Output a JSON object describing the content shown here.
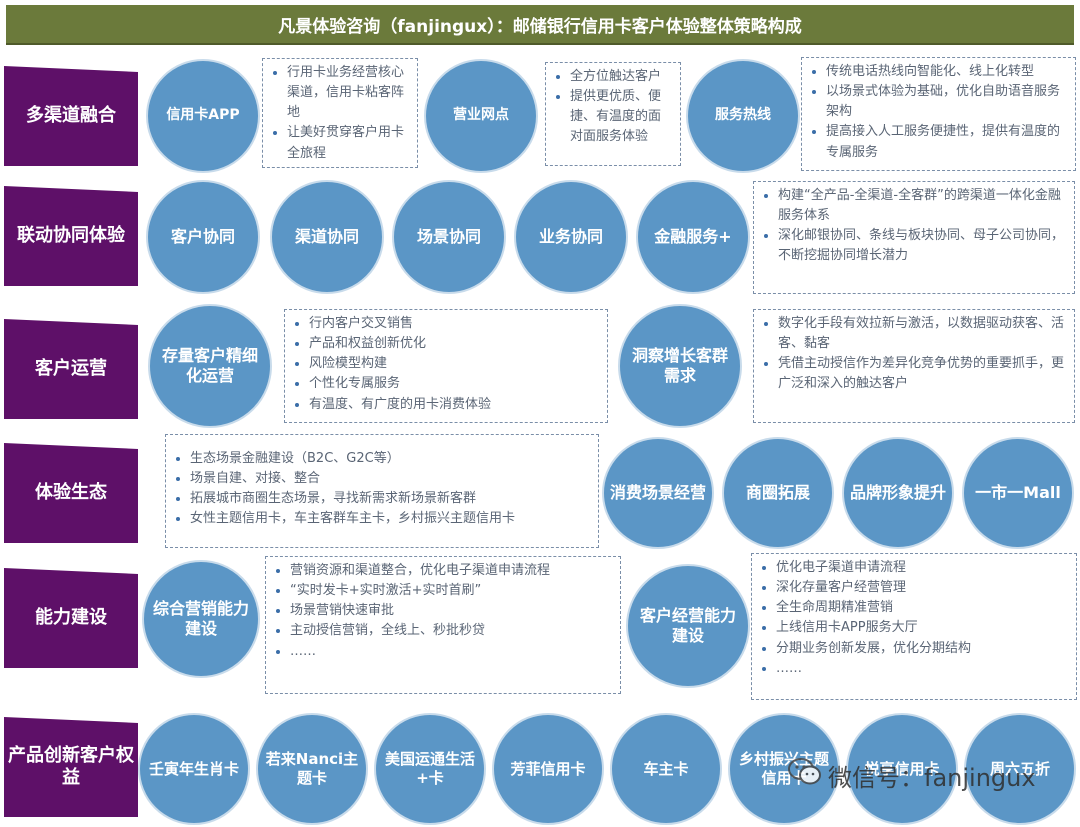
{
  "title": "凡景体验咨询（fanjingux）：邮储银行信用卡客户体验整体策略构成",
  "rows": {
    "r1": {
      "label": "多渠道融合",
      "c1": "信用卡APP",
      "n1": [
        "行用卡业务经营核心渠道，信用卡粘客阵地",
        "让美好贯穿客户用卡全旅程"
      ],
      "c2": "营业网点",
      "n2": [
        "全方位触达客户",
        "提供更优质、便捷、有温度的面对面服务体验"
      ],
      "c3": "服务热线",
      "n3": [
        "传统电话热线向智能化、线上化转型",
        "以场景式体验为基础，优化自助语音服务架构",
        "提高接入人工服务便捷性，提供有温度的专属服务"
      ]
    },
    "r2": {
      "label": "联动协同体验",
      "circles": [
        "客户协同",
        "渠道协同",
        "场景协同",
        "业务协同",
        "金融服务+"
      ],
      "note": [
        "构建“全产品-全渠道-全客群”的跨渠道一体化金融服务体系",
        "深化邮银协同、条线与板块协同、母子公司协同，不断挖掘协同增长潜力"
      ]
    },
    "r3": {
      "label": "客户运营",
      "c1": "存量客户精细化运营",
      "n1": [
        "行内客户交叉销售",
        "产品和权益创新优化",
        "风险模型构建",
        "个性化专属服务",
        "有温度、有广度的用卡消费体验"
      ],
      "c2": "洞察增长客群需求",
      "n2": [
        "数字化手段有效拉新与激活，以数据驱动获客、活客、黏客",
        "凭借主动授信作为差异化竞争优势的重要抓手，更广泛和深入的触达客户"
      ]
    },
    "r4": {
      "label": "体验生态",
      "note": [
        "生态场景金融建设（B2C、G2C等）",
        "场景自建、对接、整合",
        "拓展城市商圈生态场景，寻找新需求新场景新客群",
        "女性主题信用卡，车主客群车主卡，乡村振兴主题信用卡"
      ],
      "circles": [
        "消费场景经营",
        "商圈拓展",
        "品牌形象提升",
        "一市一Mall"
      ]
    },
    "r5": {
      "label": "能力建设",
      "c1": "综合营销能力建设",
      "n1": [
        "营销资源和渠道整合，优化电子渠道申请流程",
        "“实时发卡+实时激活+实时首刷”",
        "场景营销快速审批",
        "主动授信营销，全线上、秒批秒贷",
        "……"
      ],
      "c2": "客户经营能力建设",
      "n2": [
        "优化电子渠道申请流程",
        "深化存量客户经营管理",
        "全生命周期精准营销",
        "上线信用卡APP服务大厅",
        "分期业务创新发展，优化分期结构",
        "……"
      ]
    },
    "r6": {
      "label": "产品创新客户权益",
      "circles": [
        "壬寅年生肖卡",
        "若来Nanci主题卡",
        "美国运通生活+卡",
        "芳菲信用卡",
        "车主卡",
        "乡村振兴主题信用卡",
        "悦享信用卡",
        "周六五折"
      ]
    }
  },
  "watermark": "微信号：fanjingux",
  "icon": "wechat-icon",
  "colors": {
    "title_bg": "#6b7a3b",
    "label_bg": "#5e1068",
    "circle_bg": "#5b96c6",
    "bullet": "#3b6ea8"
  }
}
